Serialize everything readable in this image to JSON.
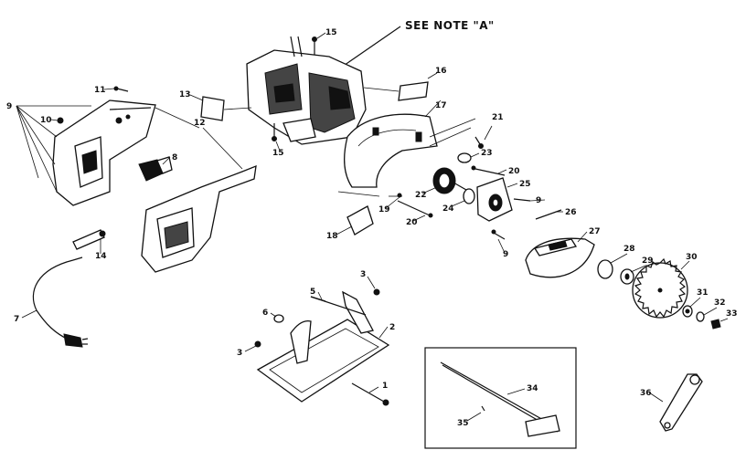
{
  "note": {
    "text": "SEE NOTE \"A\""
  },
  "callouts": [
    "1",
    "2",
    "3",
    "3",
    "5",
    "6",
    "7",
    "8",
    "9",
    "9",
    "9",
    "10",
    "11",
    "12",
    "13",
    "14",
    "15",
    "15",
    "16",
    "17",
    "18",
    "19",
    "20",
    "20",
    "21",
    "22",
    "23",
    "24",
    "25",
    "26",
    "27",
    "28",
    "29",
    "30",
    "31",
    "32",
    "33",
    "34",
    "35",
    "36"
  ],
  "colors": {
    "ink": "#111111",
    "paper": "#ffffff"
  }
}
